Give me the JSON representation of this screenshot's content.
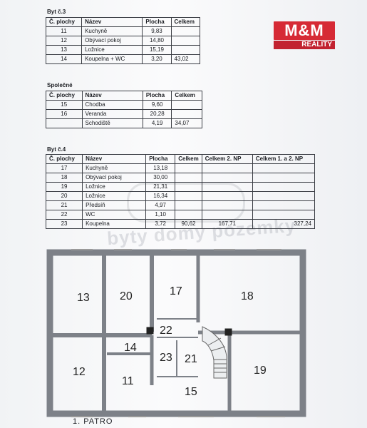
{
  "byt3": {
    "title": "Byt č.3",
    "headers": [
      "Č. plochy",
      "Název",
      "Plocha",
      "Celkem"
    ],
    "rows": [
      [
        "11",
        "Kuchyně",
        "9,83",
        ""
      ],
      [
        "12",
        "Obývací pokoj",
        "14,80",
        ""
      ],
      [
        "13",
        "Ložnice",
        "15,19",
        ""
      ],
      [
        "14",
        "Koupelna + WC",
        "3,20",
        "43,02"
      ]
    ]
  },
  "spolecne": {
    "title": "Společné",
    "headers": [
      "Č. plochy",
      "Název",
      "Plocha",
      "Celkem"
    ],
    "rows": [
      [
        "15",
        "Chodba",
        "9,60",
        ""
      ],
      [
        "16",
        "Veranda",
        "20,28",
        ""
      ],
      [
        "",
        "Schodiště",
        "4,19",
        "34,07"
      ]
    ]
  },
  "byt4": {
    "title": "Byt č.4",
    "headers": [
      "Č. plochy",
      "Název",
      "Plocha",
      "Celkem",
      "Celkem 2. NP",
      "Celkem 1. a 2. NP"
    ],
    "rows": [
      [
        "17",
        "Kuchyně",
        "13,18",
        "",
        "",
        ""
      ],
      [
        "18",
        "Obývací pokoj",
        "30,00",
        "",
        "",
        ""
      ],
      [
        "19",
        "Ložnice",
        "21,31",
        "",
        "",
        ""
      ],
      [
        "20",
        "Ložnice",
        "16,34",
        "",
        "",
        ""
      ],
      [
        "21",
        "Předsíň",
        "4,97",
        "",
        "",
        ""
      ],
      [
        "22",
        "WC",
        "1,10",
        "",
        "",
        ""
      ],
      [
        "23",
        "Koupelna",
        "3,72",
        "90,62",
        "167,71",
        "327,24"
      ]
    ]
  },
  "logo": {
    "top": "M&M",
    "bottom": "REALITY"
  },
  "watermark": "byty domy pozemky",
  "plan": {
    "rooms": [
      "13",
      "20",
      "17",
      "18",
      "22",
      "14",
      "23",
      "21",
      "12",
      "11",
      "15",
      "19"
    ],
    "floor_label": "1. PATRO"
  }
}
